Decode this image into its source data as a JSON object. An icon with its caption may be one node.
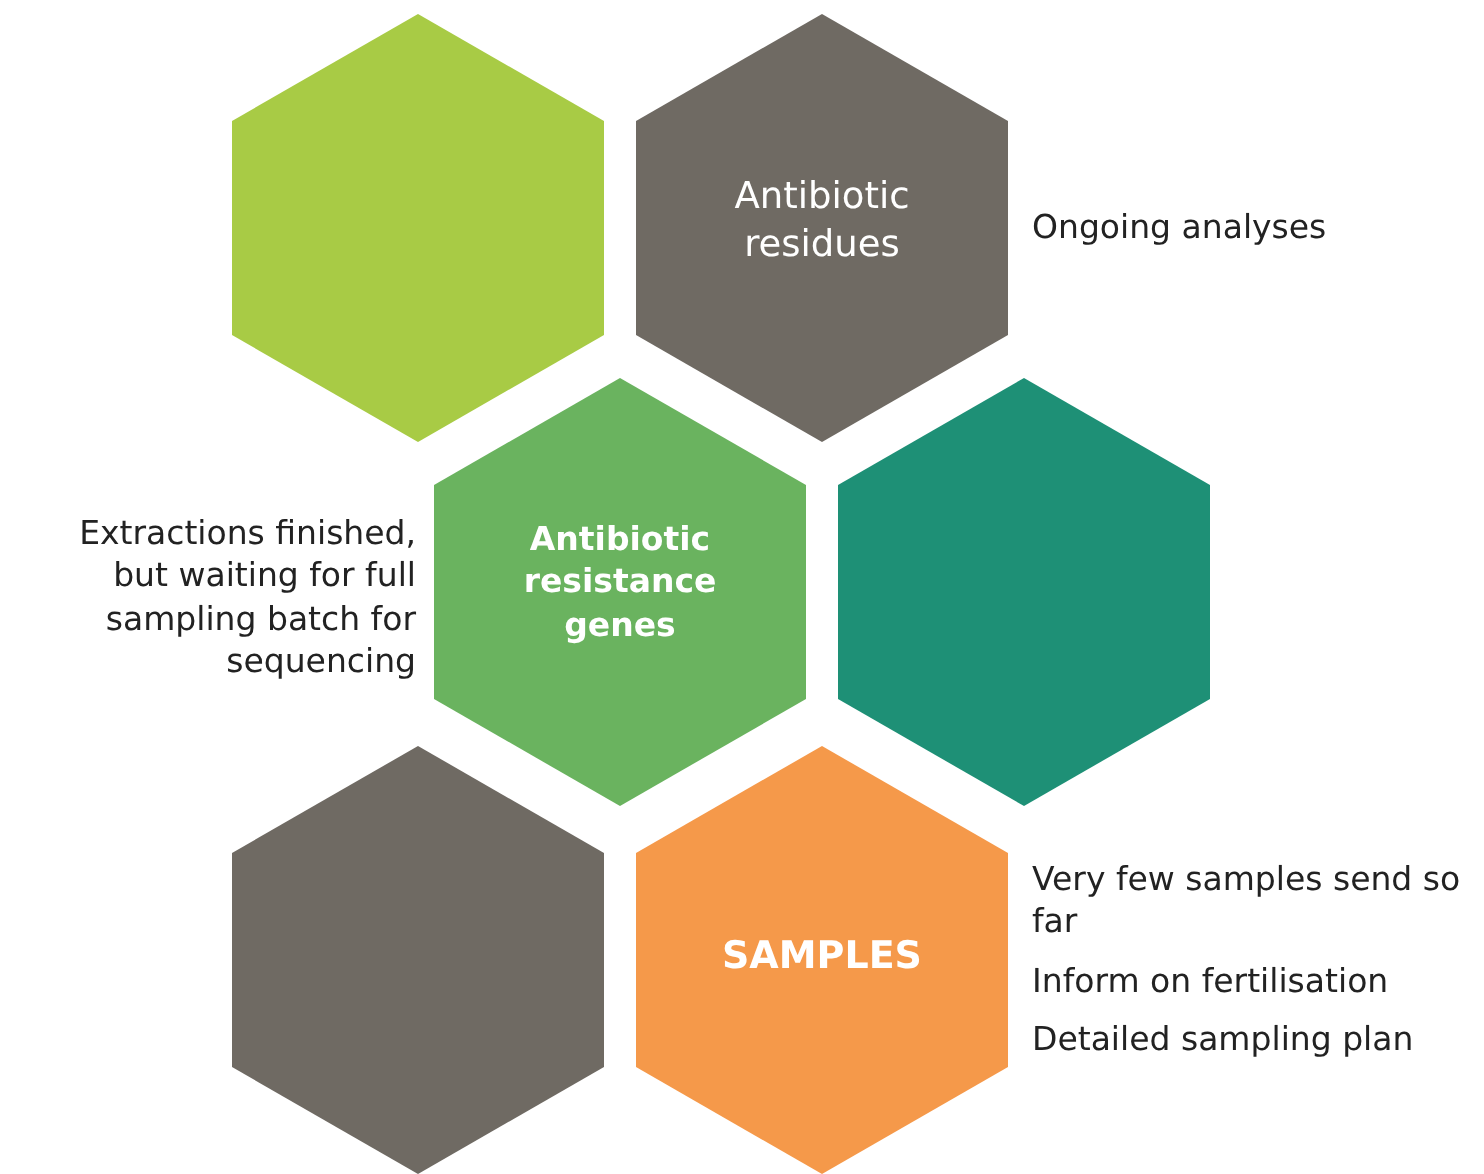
{
  "diagram": {
    "nodes": [
      {
        "text": [],
        "shape": "hexagon"
      },
      {
        "text": [
          "Antibiotic residues"
        ],
        "beside": [
          "Ongoing analyses"
        ]
      },
      {
        "text": [
          "Antibiotic resistance genes"
        ],
        "beside": [
          "Extractions finished, but waiting for full sampling batch for sequencing"
        ]
      },
      {
        "text": [],
        "shape": "hexagon"
      },
      {
        "text": [],
        "shape": "hexagon"
      },
      {
        "text": [
          "SAMPLES"
        ],
        "beside": [
          "Very few samples send so far",
          "Inform on fertilisation",
          "Detailed sampling plan"
        ]
      }
    ]
  }
}
